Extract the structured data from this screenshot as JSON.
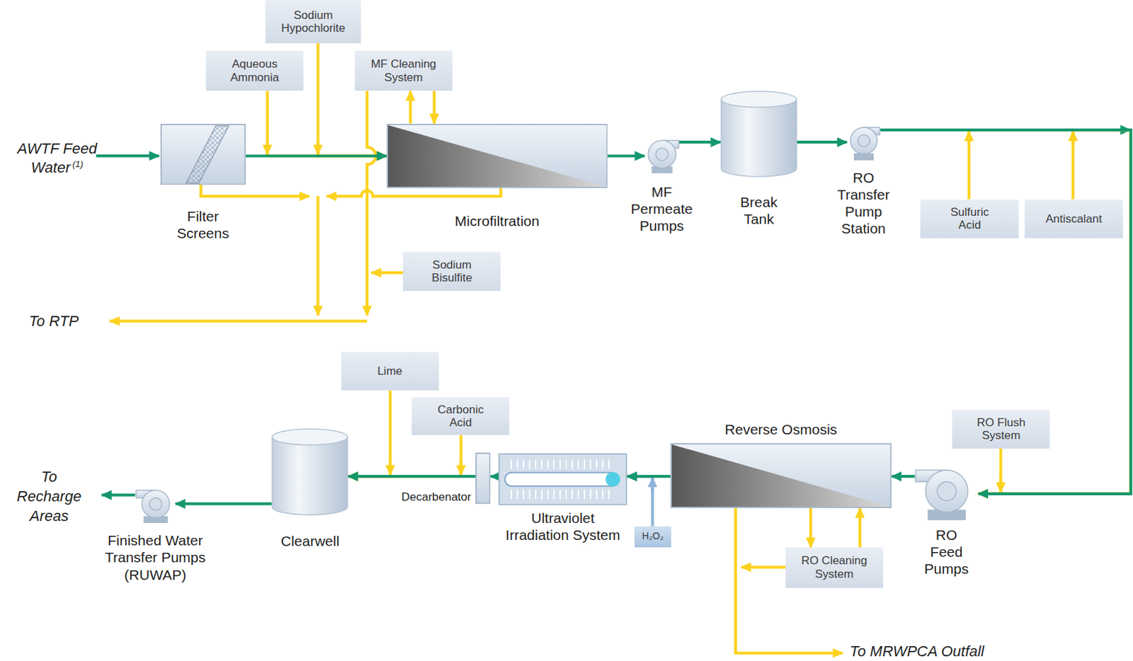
{
  "diagram": {
    "nodes": [
      {
        "text": [
          "Sodium Hypochlorite"
        ]
      },
      {
        "text": [
          "Aqueous Ammonia"
        ]
      },
      {
        "text": [
          "MF Cleaning System"
        ]
      },
      {
        "text": [
          "Filter Screens"
        ]
      },
      {
        "text": [
          "Microfiltration"
        ]
      },
      {
        "text": [
          "MF Permeate Pumps"
        ]
      },
      {
        "text": [
          "Break Tank"
        ]
      },
      {
        "text": [
          "RO Transfer Pump Station"
        ]
      },
      {
        "text": [
          "Sulfuric Acid"
        ]
      },
      {
        "text": [
          "Antiscalant"
        ]
      },
      {
        "text": [
          "Sodium Bisulfite"
        ]
      },
      {
        "text": [
          "Lime"
        ]
      },
      {
        "text": [
          "Carbonic Acid"
        ]
      },
      {
        "text": [
          "Reverse Osmosis"
        ]
      },
      {
        "text": [
          "RO Flush System"
        ]
      },
      {
        "text": [
          "Decarbenator"
        ]
      },
      {
        "text": [
          "Ultraviolet Irradiation System"
        ]
      },
      {
        "text": [
          "H₂O₂"
        ]
      },
      {
        "text": [
          "Clearwell"
        ]
      },
      {
        "text": [
          "Finished Water Transfer Pumps (RUWAP)"
        ]
      },
      {
        "text": [
          "RO Feed Pumps"
        ]
      },
      {
        "text": [
          "RO Cleaning System"
        ]
      }
    ],
    "edges": [
      {
        "from": 3,
        "to": 4,
        "arrow": "to"
      },
      {
        "from": 1,
        "to": 4,
        "arrow": "to"
      },
      {
        "from": 0,
        "to": 4,
        "arrow": "to"
      },
      {
        "from": 4,
        "to": 2,
        "arrow": "to"
      },
      {
        "from": 2,
        "to": 4,
        "arrow": "to"
      },
      {
        "from": 4,
        "to": 5,
        "arrow": "to"
      },
      {
        "from": 5,
        "to": 6,
        "arrow": "to"
      },
      {
        "from": 6,
        "to": 7,
        "arrow": "to"
      },
      {
        "from": 7,
        "to": 20,
        "arrow": "to"
      },
      {
        "from": 8,
        "to": 20,
        "arrow": "to"
      },
      {
        "from": 9,
        "to": 20,
        "arrow": "to"
      },
      {
        "from": 14,
        "to": 20,
        "arrow": "to"
      },
      {
        "from": 20,
        "to": 13,
        "arrow": "to"
      },
      {
        "from": 13,
        "to": 16,
        "arrow": "to"
      },
      {
        "from": 17,
        "to": 16,
        "arrow": "to"
      },
      {
        "from": 16,
        "to": 15,
        "arrow": "to"
      },
      {
        "from": 15,
        "to": 18,
        "arrow": "to"
      },
      {
        "from": 12,
        "to": 18,
        "arrow": "to"
      },
      {
        "from": 11,
        "to": 18,
        "arrow": "to"
      },
      {
        "from": 18,
        "to": 19,
        "arrow": "to"
      },
      {
        "from": 13,
        "to": 21,
        "arrow": "to"
      },
      {
        "from": 21,
        "to": 13,
        "arrow": "to"
      }
    ],
    "labels": [
      "AWTF Feed Water",
      "(1)",
      "To RTP",
      "To Recharge Areas",
      "To MRWPCA Outfall"
    ]
  }
}
